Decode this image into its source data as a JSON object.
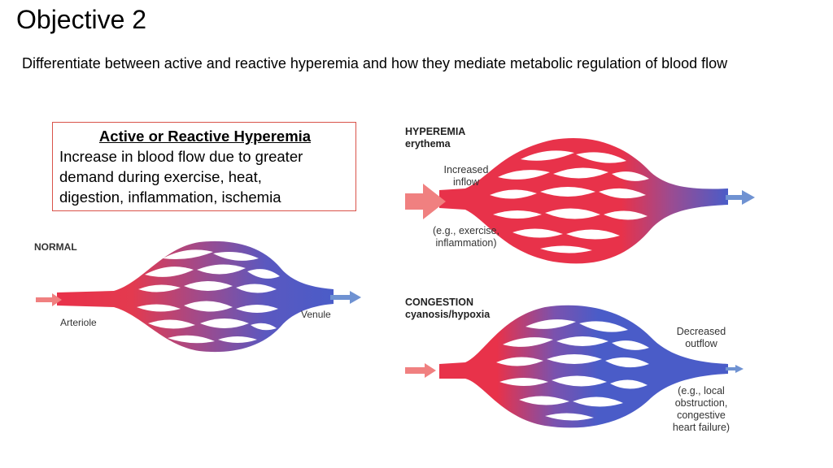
{
  "slide": {
    "title": "Objective 2",
    "subtitle": "Differentiate between active and reactive hyperemia and how they mediate metabolic regulation of blood flow"
  },
  "definition_box": {
    "heading": "Active or Reactive Hyperemia",
    "lines": [
      "Increase in blood flow due to greater",
      "demand during exercise, heat,",
      "digestion, inflammation, ischemia"
    ]
  },
  "normal": {
    "heading": "NORMAL",
    "arteriole_label": "Arteriole",
    "venule_label": "Venule"
  },
  "hyperemia": {
    "heading": "HYPEREMIA",
    "subheading": "erythema",
    "inflow_label": [
      "Increased",
      "inflow"
    ],
    "example_label": [
      "(e.g., exercise,",
      "inflammation)"
    ]
  },
  "congestion": {
    "heading": "CONGESTION",
    "subheading": "cyanosis/hypoxia",
    "outflow_label": [
      "Decreased",
      "outflow"
    ],
    "example_label": [
      "(e.g., local",
      "obstruction,",
      "congestive",
      "heart failure)"
    ]
  },
  "colors": {
    "arterial_red": "#e8324a",
    "venous_blue": "#4a5cc8",
    "box_border": "#d9534a",
    "arrow_red": "#f08080",
    "arrow_blue": "#6f92d2"
  }
}
